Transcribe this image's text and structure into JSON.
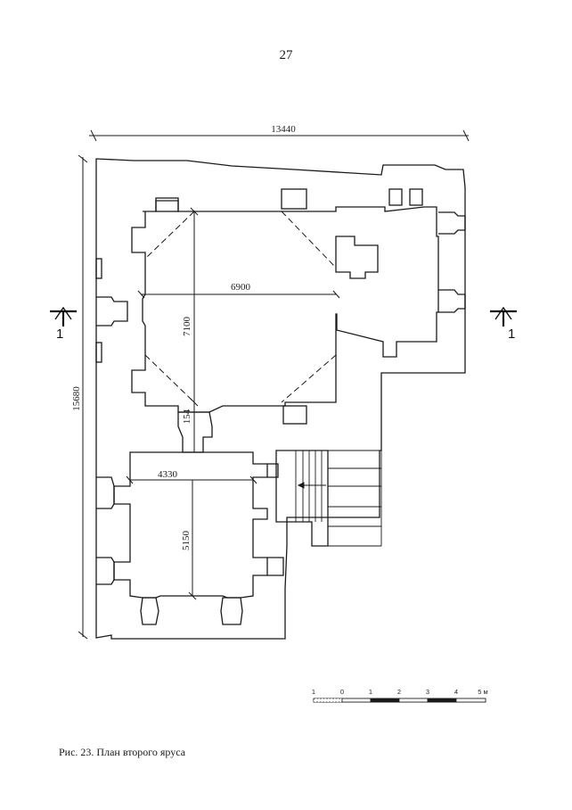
{
  "page": {
    "number": "27"
  },
  "plan": {
    "dimensions": {
      "overall_width": "13440",
      "overall_height": "15680",
      "upper_hall_width": "6900",
      "upper_hall_height": "7100",
      "passage_depth": "154",
      "lower_hall_width": "4330",
      "lower_hall_height": "5150"
    },
    "section_marks": {
      "left": "1",
      "right": "1"
    }
  },
  "scale_bar": {
    "labels": [
      "1",
      "0",
      "1",
      "2",
      "3",
      "4",
      "5 м"
    ]
  },
  "caption": "Рис. 23. План второго яруса"
}
